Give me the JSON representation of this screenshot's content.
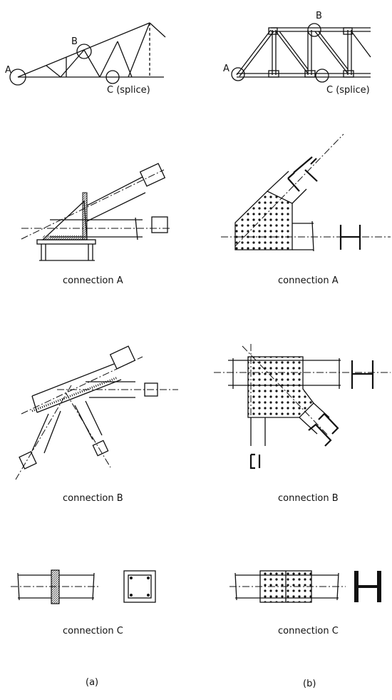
{
  "labels": {
    "point_a": "A",
    "point_b": "B",
    "point_c": "C (splice)"
  },
  "captions": {
    "a_connection_a": "connection A",
    "b_connection_a": "connection A",
    "a_connection_b": "connection B",
    "b_connection_b": "connection B",
    "a_connection_c": "connection C",
    "b_connection_c": "connection C",
    "panel_a": "(a)",
    "panel_b": "(b)"
  }
}
